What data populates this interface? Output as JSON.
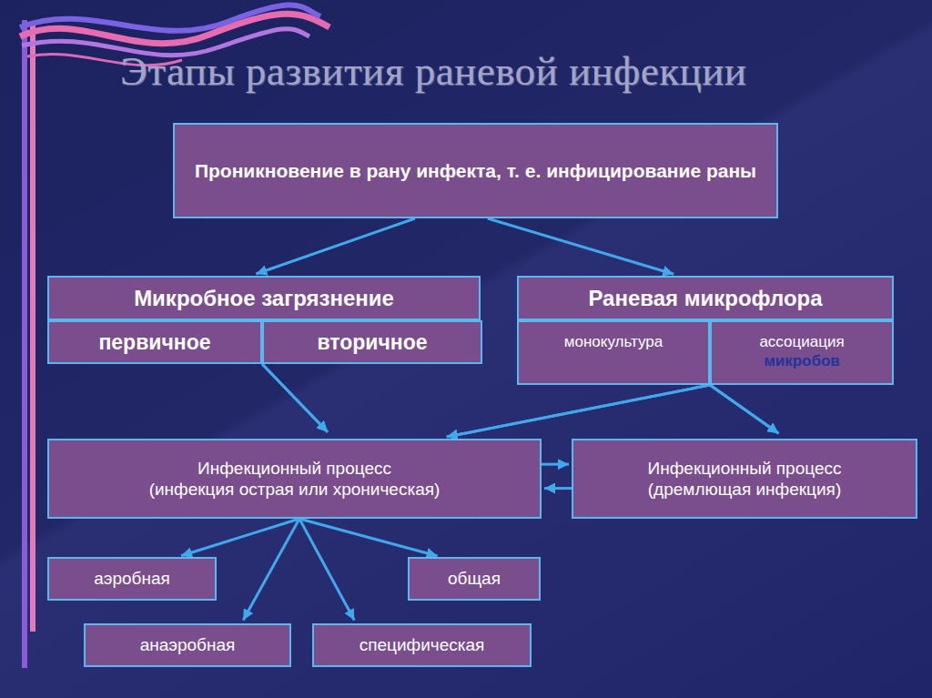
{
  "diagram": {
    "title": "Этапы развития раневой инфекции",
    "nodes": [
      {
        "text": [
          "Проникновение в рану инфекта, т. е. инфицирование раны"
        ]
      },
      {
        "text": [
          "Микробное загрязнение"
        ]
      },
      {
        "text": [
          "первичное"
        ]
      },
      {
        "text": [
          "вторичное"
        ]
      },
      {
        "text": [
          "Раневая микрофлора"
        ]
      },
      {
        "text": [
          "монокультура"
        ]
      },
      {
        "text": [
          "ассоциация",
          "микробов"
        ]
      },
      {
        "text": [
          "Инфекционный процесс",
          "(инфекция острая или хроническая)"
        ]
      },
      {
        "text": [
          "Инфекционный процесс",
          "(дремлющая инфекция)"
        ]
      },
      {
        "text": [
          "аэробная"
        ]
      },
      {
        "text": [
          "общая"
        ]
      },
      {
        "text": [
          "анаэробная"
        ]
      },
      {
        "text": [
          "специфическая"
        ]
      }
    ],
    "edges": [
      {
        "from": 0,
        "to": 1,
        "arrow": "to"
      },
      {
        "from": 0,
        "to": 4,
        "arrow": "to"
      },
      {
        "from": 2,
        "to": 7,
        "arrow": "to"
      },
      {
        "from": 3,
        "to": 7,
        "arrow": "to"
      },
      {
        "from": 5,
        "to": 7,
        "arrow": "to"
      },
      {
        "from": 6,
        "to": 7,
        "arrow": "to"
      },
      {
        "from": 5,
        "to": 8,
        "arrow": "to"
      },
      {
        "from": 6,
        "to": 8,
        "arrow": "to"
      },
      {
        "from": 7,
        "to": 8,
        "arrow": "to"
      },
      {
        "from": 8,
        "to": 7,
        "arrow": "to"
      },
      {
        "from": 7,
        "to": 9,
        "arrow": "to"
      },
      {
        "from": 7,
        "to": 10,
        "arrow": "to"
      },
      {
        "from": 7,
        "to": 11,
        "arrow": "to"
      },
      {
        "from": 7,
        "to": 12,
        "arrow": "to"
      }
    ]
  }
}
